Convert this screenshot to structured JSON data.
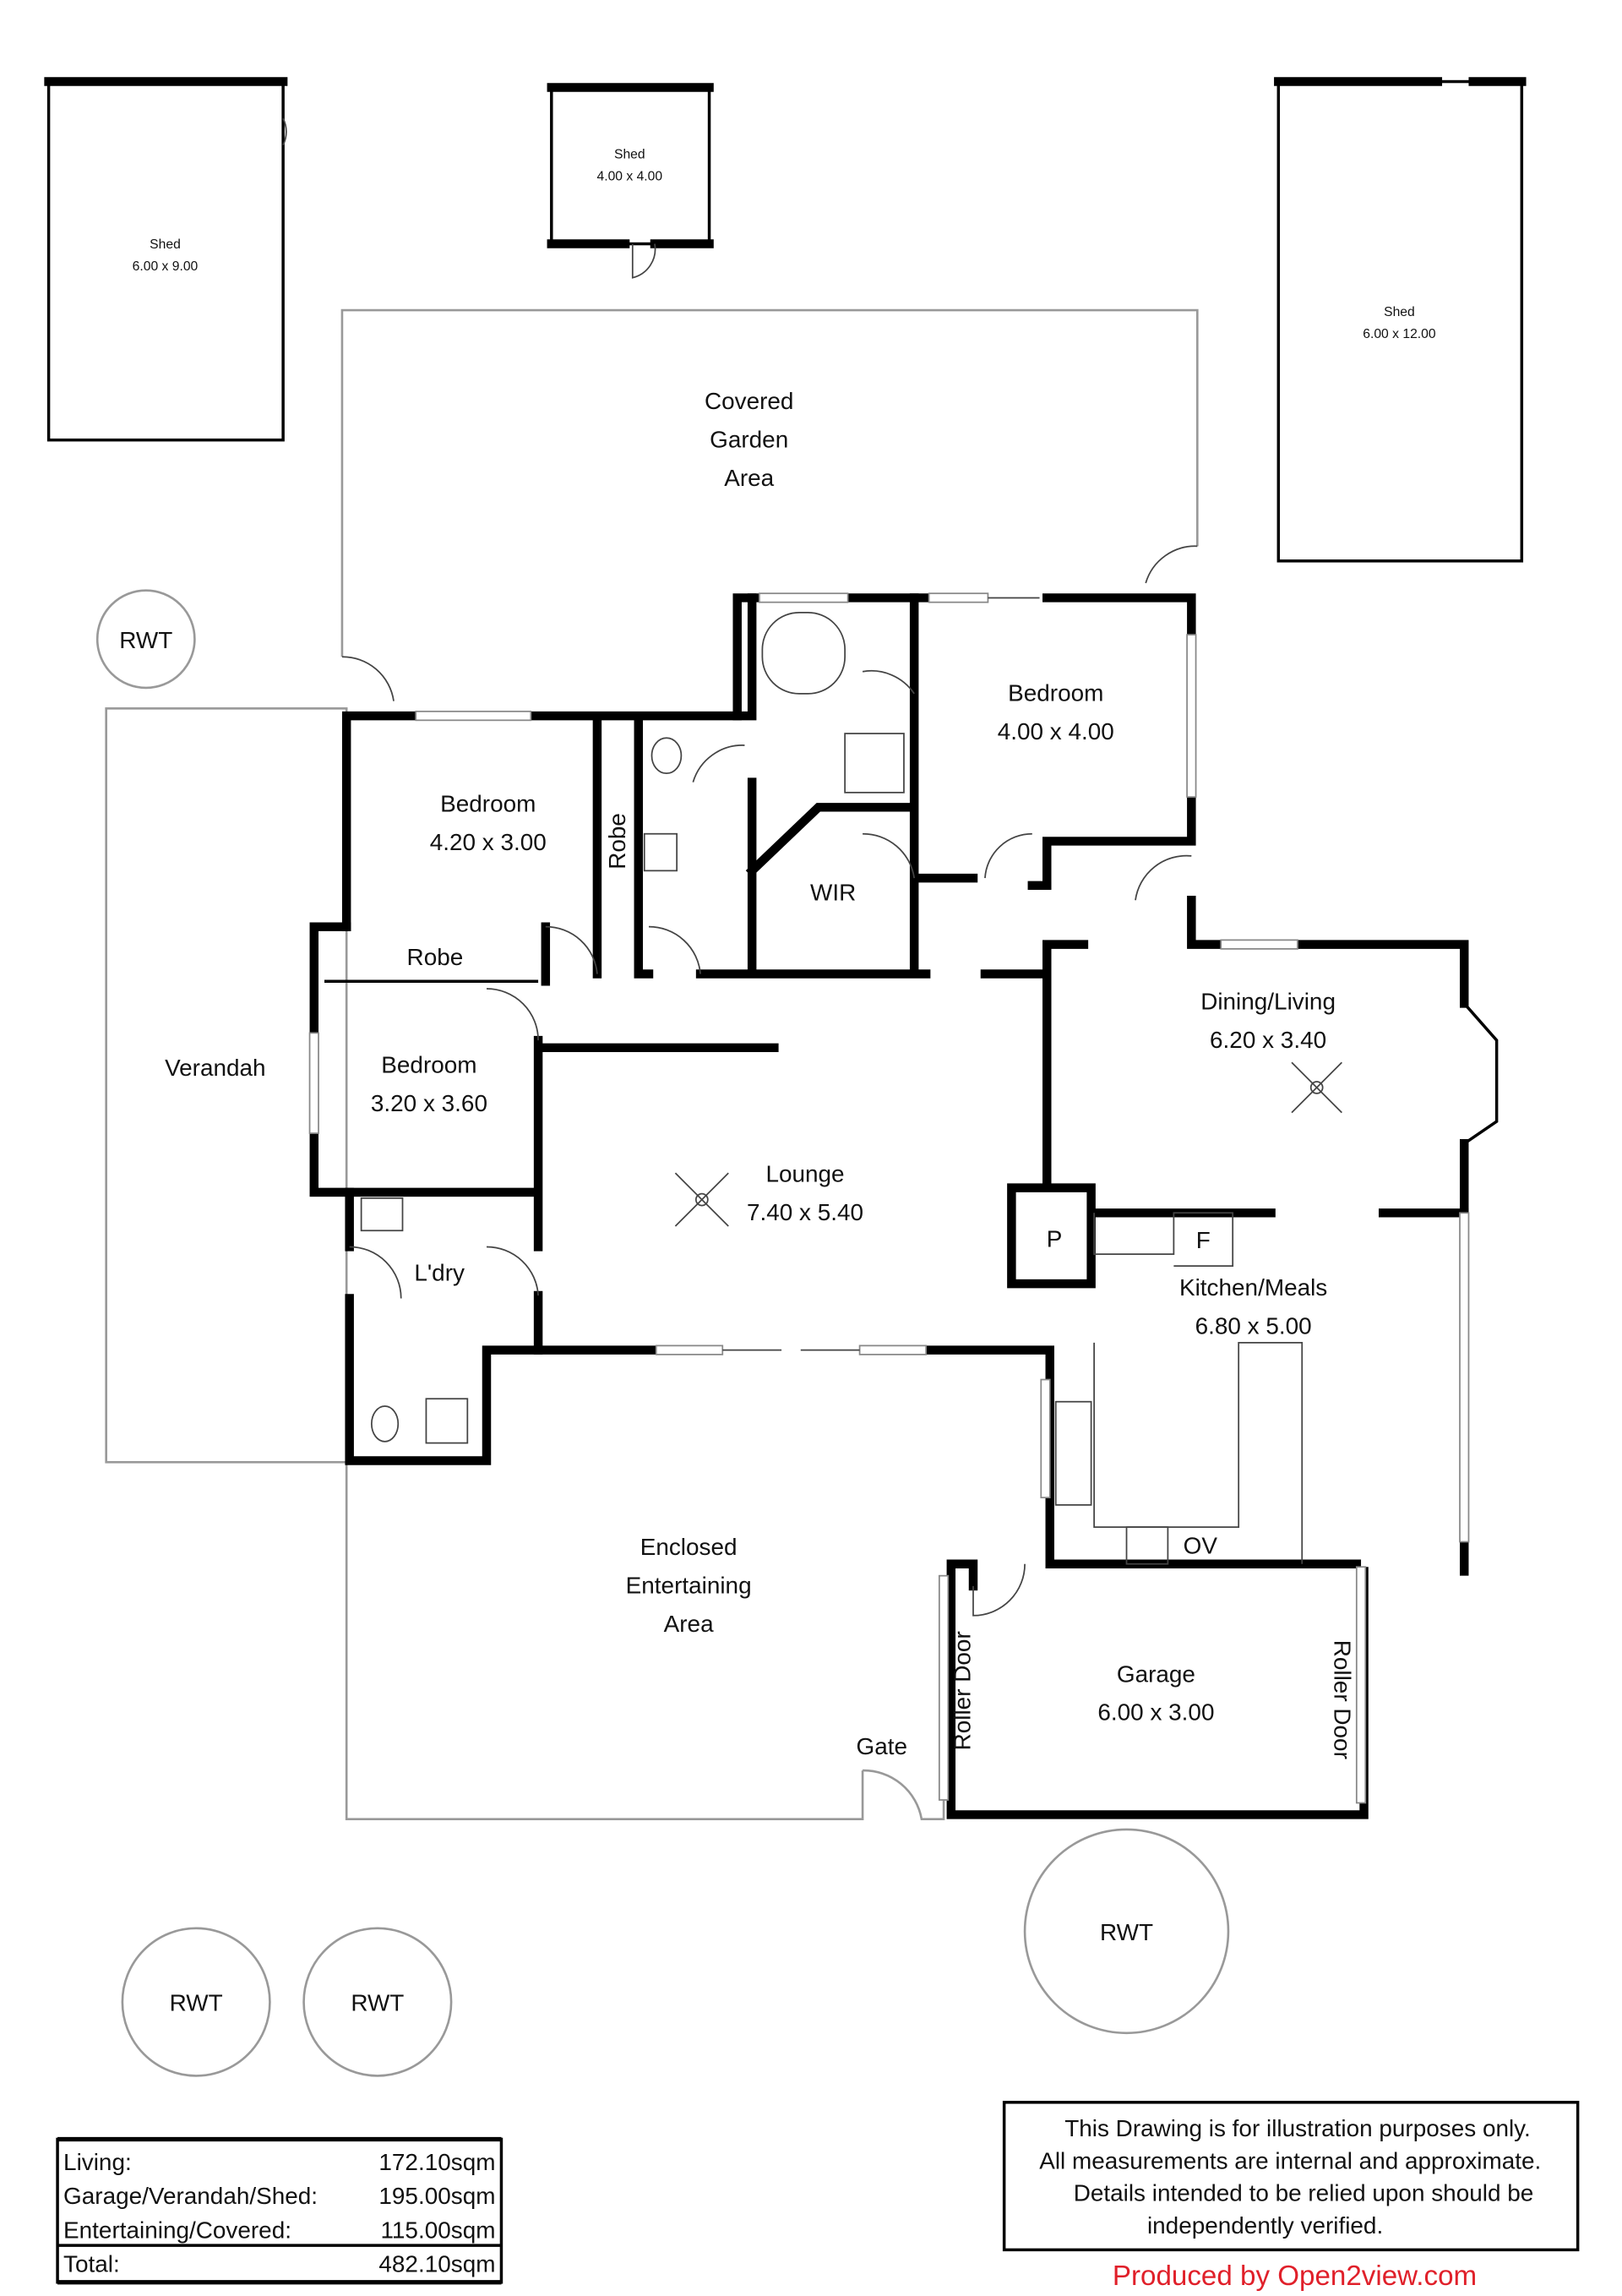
{
  "sheds": [
    {
      "name": "Shed",
      "size": "6.00 x 9.00"
    },
    {
      "name": "Shed",
      "size": "4.00 x 4.00"
    },
    {
      "name": "Shed",
      "size": "6.00 x 12.00"
    }
  ],
  "rooms": {
    "covered_garden": [
      "Covered",
      "Garden",
      "Area"
    ],
    "bedroom1": {
      "name": "Bedroom",
      "size": "4.00 x 4.00"
    },
    "bedroom2": {
      "name": "Bedroom",
      "size": "4.20 x 3.00"
    },
    "bedroom3": {
      "name": "Bedroom",
      "size": "3.20 x 3.60"
    },
    "robe1": "Robe",
    "robe2": "Robe",
    "wir": "WIR",
    "verandah": "Verandah",
    "lounge": {
      "name": "Lounge",
      "size": "7.40 x 5.40"
    },
    "dining": {
      "name": "Dining/Living",
      "size": "6.20 x 3.40"
    },
    "kitchen": {
      "name": "Kitchen/Meals",
      "size": "6.80 x 5.00"
    },
    "pantry": "P",
    "fridge": "F",
    "oven": "OV",
    "laundry": "L'dry",
    "entertaining": [
      "Enclosed",
      "Entertaining",
      "Area"
    ],
    "garage": {
      "name": "Garage",
      "size": "6.00 x 3.00"
    },
    "roller_door": "Roller Door",
    "gate": "Gate",
    "rwt": "RWT"
  },
  "areas": [
    {
      "label": "Living:",
      "value": "172.10sqm"
    },
    {
      "label": "Garage/Verandah/Shed:",
      "value": "195.00sqm"
    },
    {
      "label": "Entertaining/Covered:",
      "value": "115.00sqm"
    }
  ],
  "total": {
    "label": "Total:",
    "value": "482.10sqm"
  },
  "disclaimer": [
    "This Drawing is for illustration purposes only.",
    "All measurements are internal and approximate.",
    "Details intended to be relied upon should be",
    "independently verified."
  ],
  "credit": "Produced by Open2view.com"
}
